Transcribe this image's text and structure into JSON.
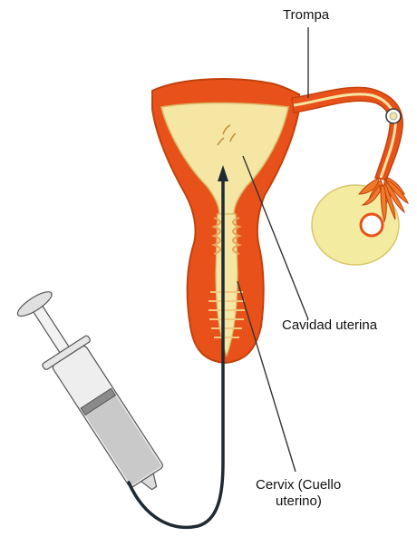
{
  "labels": {
    "tube": "Trompa",
    "cavity": "Cavidad uterina",
    "cervix_line1": "Cervix (Cuello",
    "cervix_line2": "uterino)"
  },
  "colors": {
    "uterus_wall": "#e8521a",
    "uterus_wall_dark": "#c2410c",
    "mucosa": "#f5e6a3",
    "ovary": "#f3eca0",
    "fimbriae": "#f07a2a",
    "syringe_body": "#e6e6e6",
    "syringe_fluid": "#c9c9c9",
    "catheter": "#1f2a33",
    "leader_line": "#333333"
  }
}
